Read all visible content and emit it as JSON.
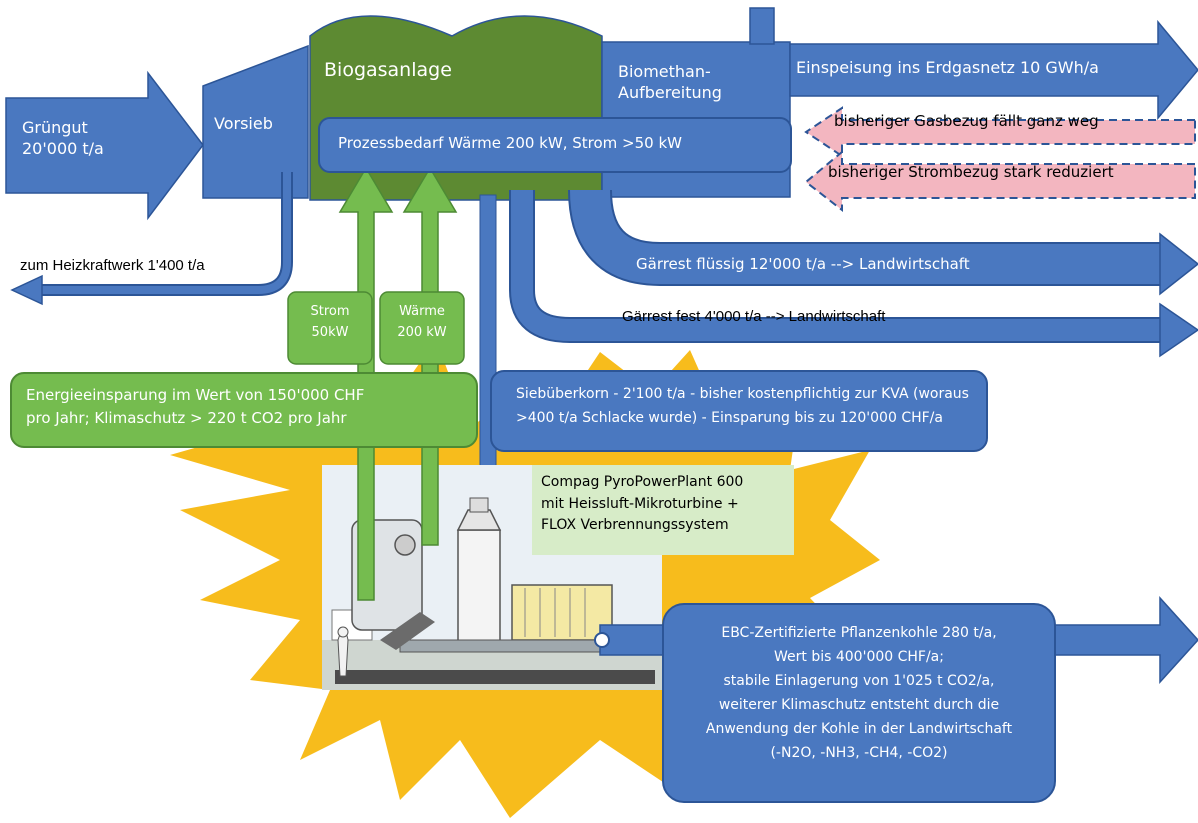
{
  "colors": {
    "blue": "#4a78c0",
    "blue_border": "#2c5597",
    "green_block": "#5d8a32",
    "green_light": "#75bc4f",
    "star": "#f7bc1c",
    "red_dash": "#e07a8a"
  },
  "input": {
    "gruengut_line1": "Grüngut",
    "gruengut_line2": "20'000 t/a",
    "vorsieb": "Vorsieb"
  },
  "biogas": {
    "title": "Biogasanlage",
    "prozessbedarf": "Prozessbedarf  Wärme 200 kW, Strom >50 kW"
  },
  "biomethan": {
    "line1": "Biomethan-",
    "line2": "Aufbereitung"
  },
  "outputs": {
    "einspeisung": "Einspeisung ins Erdgasnetz 10 GWh/a",
    "gasbezug": "bisheriger Gasbezug fällt ganz weg",
    "strombezug": "bisheriger Strombezug  stark reduziert",
    "heizkraftwerk": "zum Heizkraftwerk 1'400 t/a",
    "gaerrest_fluessig": "Gärrest  flüssig 12'000 t/a  --> Landwirtschaft",
    "gaerrest_fest": "Gärrest fest 4'000 t/a --> Landwirtschaft"
  },
  "supply": {
    "strom_line1": "Strom",
    "strom_line2": "50kW",
    "waerme_line1": "Wärme",
    "waerme_line2": "200 kW"
  },
  "energie_box": {
    "line1": "Energieeinsparung  im Wert von 150'000 CHF",
    "line2": "pro Jahr; Klimaschutz   > 220 t CO2 pro Jahr"
  },
  "sieb_box": {
    "line1": "Siebüberkorn  - 2'100 t/a - bisher kostenpflichtig zur KVA (woraus",
    "line2": ">400 t/a Schlacke wurde)  - Einsparung  bis zu 120'000 CHF/a"
  },
  "plant": {
    "line1": "Compag PyroPowerPlant 600",
    "line2": "mit Heissluft-Mikroturbine  +",
    "line3": "FLOX Verbrennungssystem"
  },
  "ebc_box": {
    "line1": "EBC-Zertifizierte  Pflanzenkohle 280 t/a,",
    "line2": "Wert bis 400'000 CHF/a;",
    "line3": "stabile Einlagerung  von 1'025 t CO2/a,",
    "line4": "weiterer Klimaschutz entsteht durch die",
    "line5": "Anwendung der Kohle in der Landwirtschaft",
    "line6": "(-N2O, -NH3, -CH4, -CO2)"
  }
}
